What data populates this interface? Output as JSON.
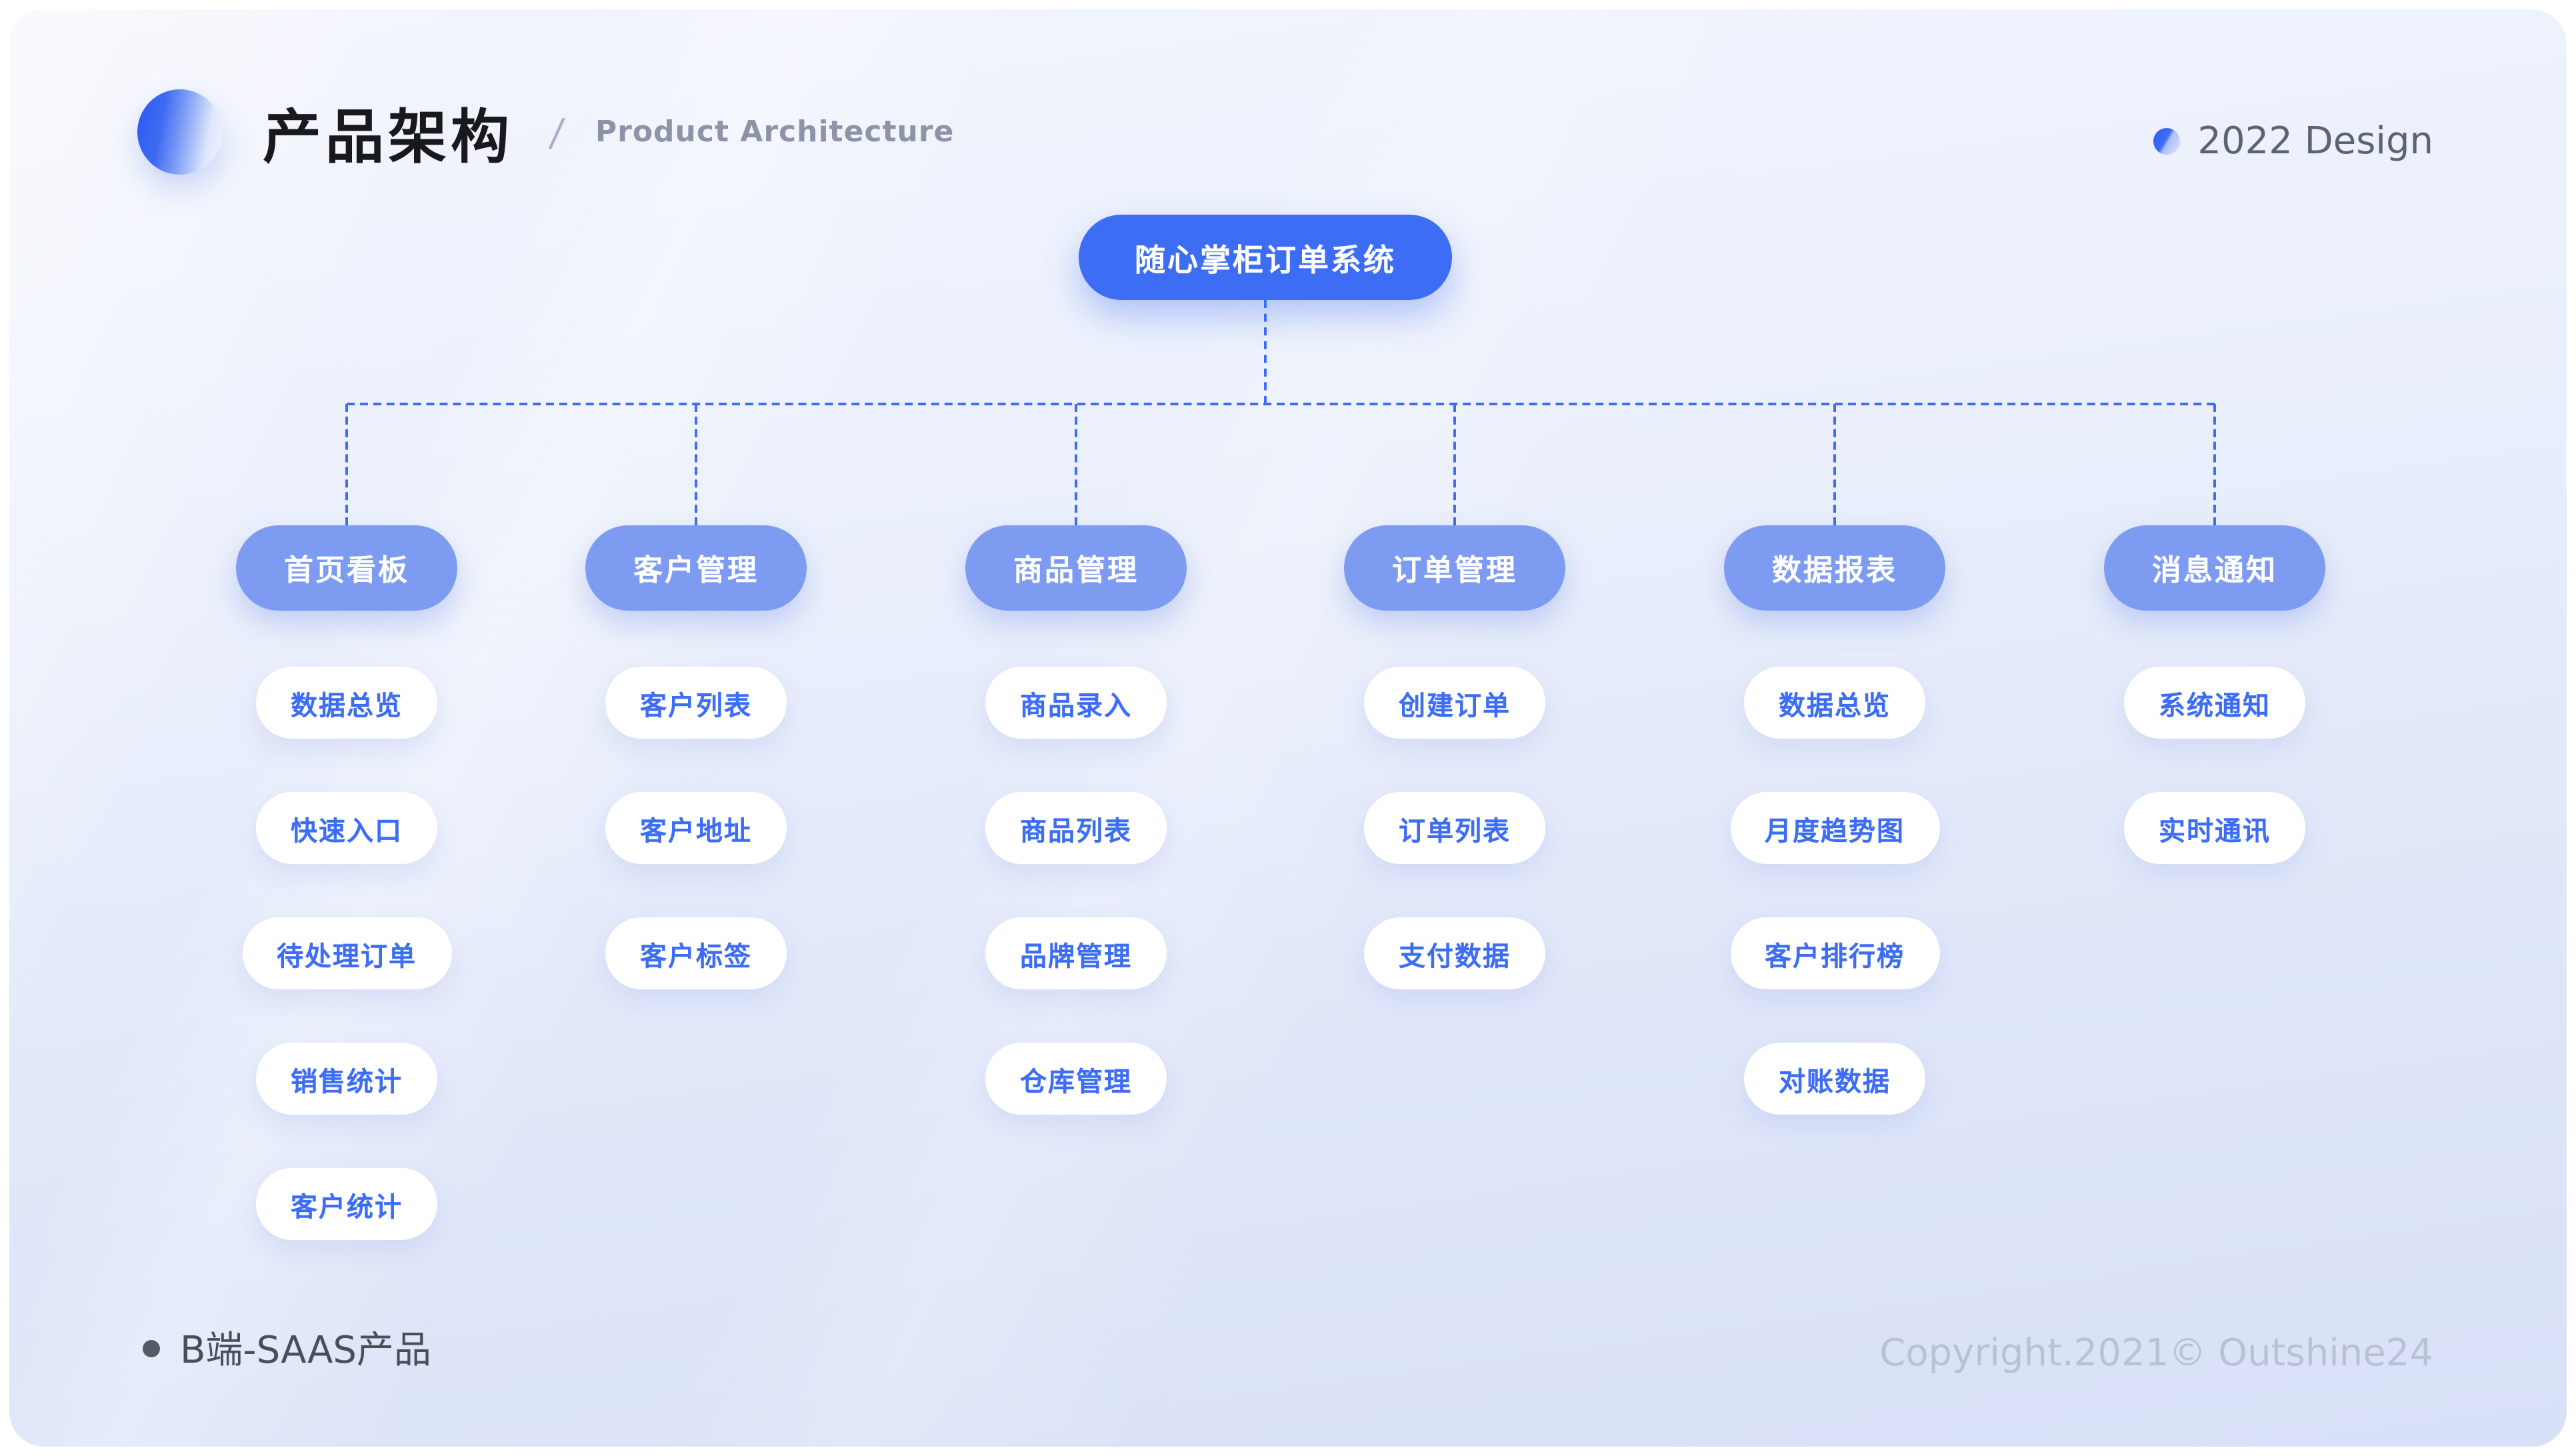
{
  "header": {
    "title": "产品架构",
    "separator": "/",
    "subtitle": "Product Architecture",
    "badge": "2022 Design"
  },
  "tree": {
    "root": "随心掌柜订单系统",
    "branches": [
      {
        "label": "首页看板",
        "children": [
          "数据总览",
          "快速入口",
          "待处理订单",
          "销售统计",
          "客户统计"
        ]
      },
      {
        "label": "客户管理",
        "children": [
          "客户列表",
          "客户地址",
          "客户标签"
        ]
      },
      {
        "label": "商品管理",
        "children": [
          "商品录入",
          "商品列表",
          "品牌管理",
          "仓库管理"
        ]
      },
      {
        "label": "订单管理",
        "children": [
          "创建订单",
          "订单列表",
          "支付数据"
        ]
      },
      {
        "label": "数据报表",
        "children": [
          "数据总览",
          "月度趋势图",
          "客户排行榜",
          "对账数据"
        ]
      },
      {
        "label": "消息通知",
        "children": [
          "系统通知",
          "实时通讯"
        ]
      }
    ]
  },
  "footer": {
    "left": "B端-SAAS产品",
    "right": "Copyright.2021© Outshine24"
  },
  "colors": {
    "root_node": "#3D6DF5",
    "branch_node": "#7D9BF0",
    "child_text": "#3D6DF5",
    "connector": "#3D6DF5"
  }
}
